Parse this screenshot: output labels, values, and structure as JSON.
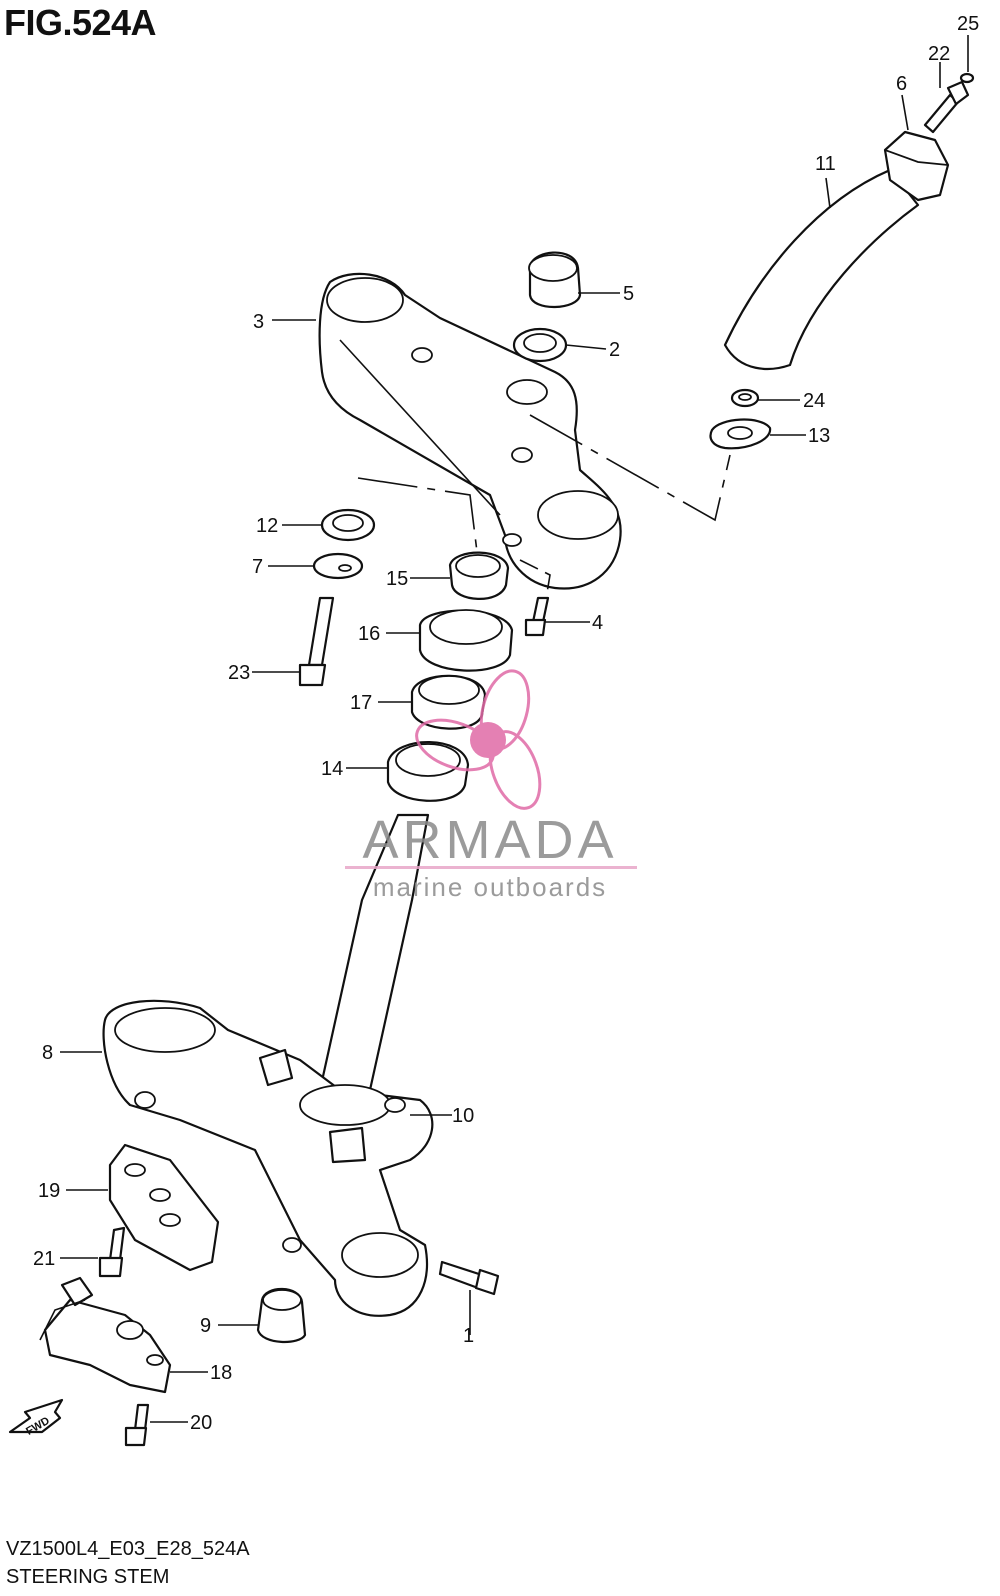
{
  "figure": {
    "title": "FIG.524A",
    "model_code": "VZ1500L4_E03_E28_524A",
    "section_name": "STEERING STEM"
  },
  "watermark": {
    "brand": "ARMADA",
    "tagline": "marine outboards",
    "colors": {
      "text": "#8a8a8a",
      "accent": "#e8a6c8",
      "propeller": "#e06aa6"
    }
  },
  "fwd_arrow": {
    "label": "FWD"
  },
  "callouts": [
    {
      "id": "p1",
      "number": "1"
    },
    {
      "id": "p2",
      "number": "2"
    },
    {
      "id": "p3",
      "number": "3"
    },
    {
      "id": "p4",
      "number": "4"
    },
    {
      "id": "p5",
      "number": "5"
    },
    {
      "id": "p6",
      "number": "6"
    },
    {
      "id": "p7",
      "number": "7"
    },
    {
      "id": "p8",
      "number": "8"
    },
    {
      "id": "p9",
      "number": "9"
    },
    {
      "id": "p10",
      "number": "10"
    },
    {
      "id": "p11",
      "number": "11"
    },
    {
      "id": "p12",
      "number": "12"
    },
    {
      "id": "p13",
      "number": "13"
    },
    {
      "id": "p14",
      "number": "14"
    },
    {
      "id": "p15",
      "number": "15"
    },
    {
      "id": "p16",
      "number": "16"
    },
    {
      "id": "p17",
      "number": "17"
    },
    {
      "id": "p18",
      "number": "18"
    },
    {
      "id": "p19",
      "number": "19"
    },
    {
      "id": "p20",
      "number": "20"
    },
    {
      "id": "p21",
      "number": "21"
    },
    {
      "id": "p22",
      "number": "22"
    },
    {
      "id": "p23",
      "number": "23"
    },
    {
      "id": "p24",
      "number": "24"
    },
    {
      "id": "p25",
      "number": "25"
    }
  ]
}
